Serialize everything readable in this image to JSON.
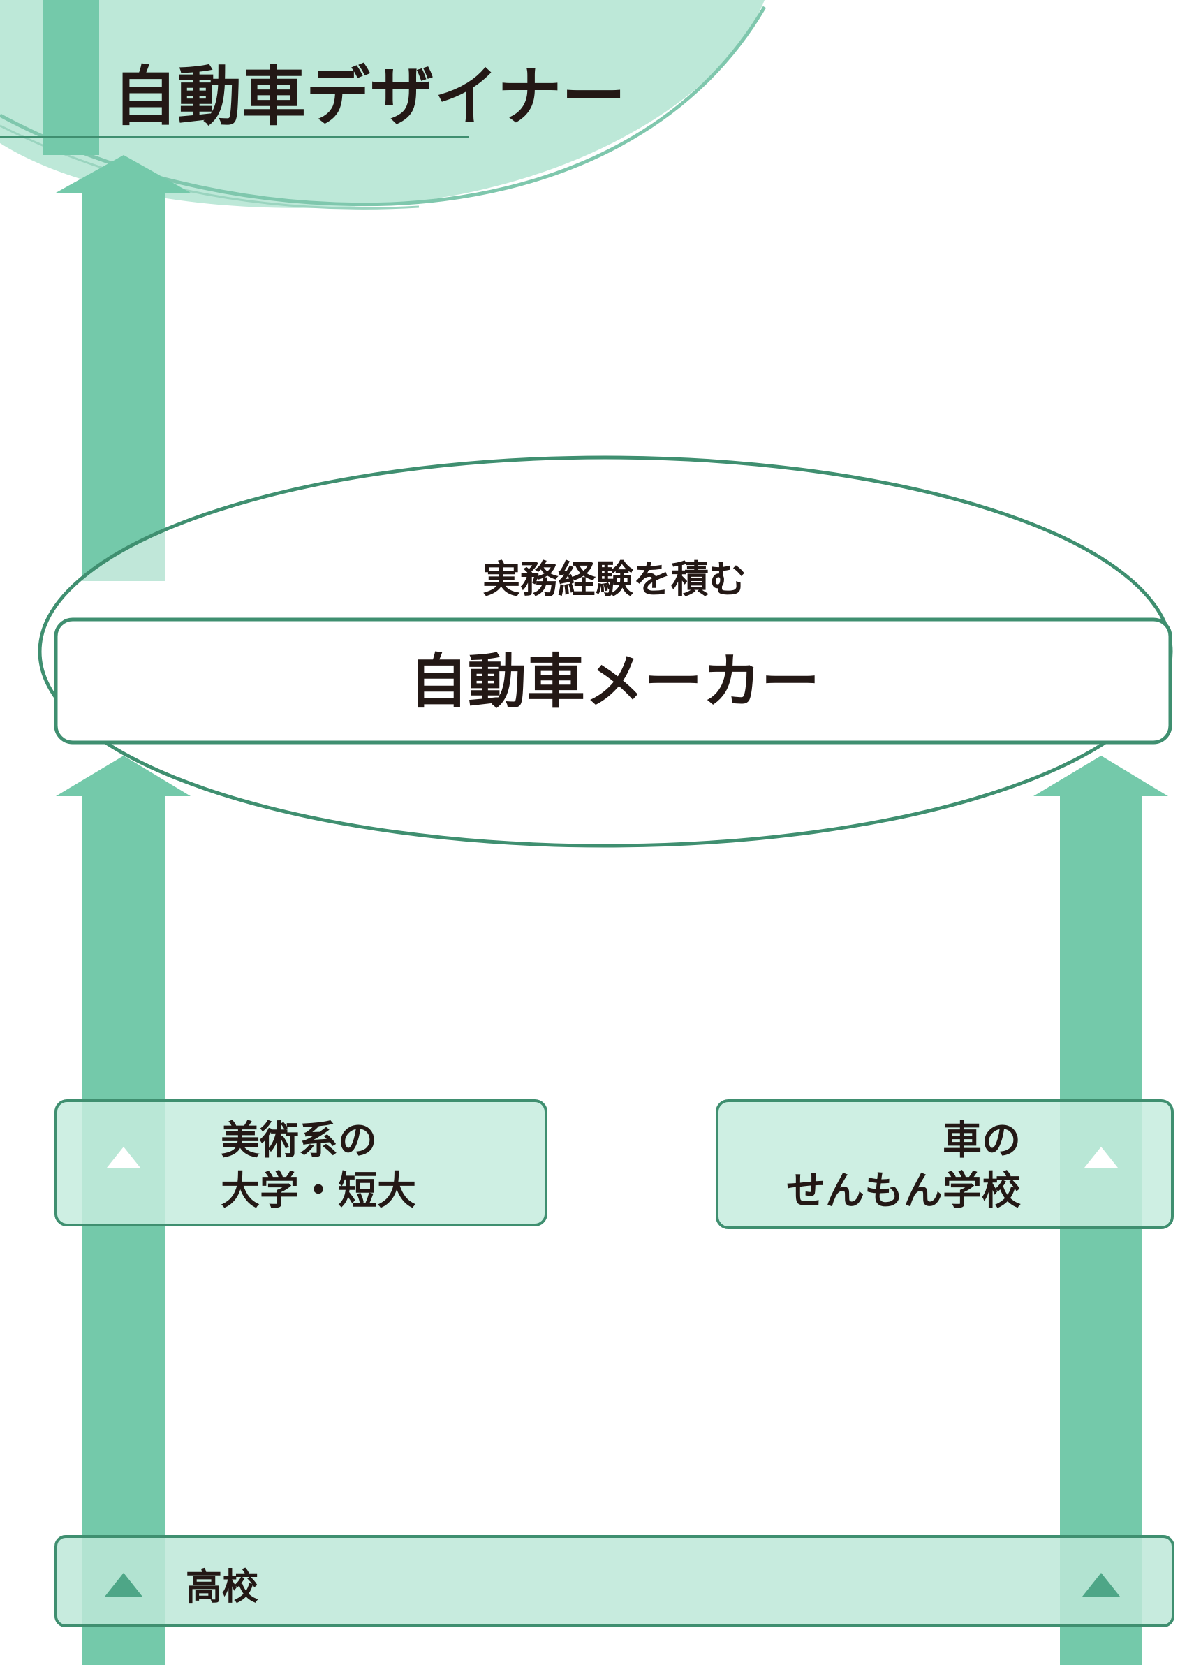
{
  "title": "自動車デザイナー",
  "maker": {
    "caption": "実務経験を積む",
    "label": "自動車メーカー"
  },
  "art_university": {
    "line1": "美術系の",
    "line2": "大学・短大"
  },
  "car_school": {
    "line1": "車の",
    "line2": "せんもん学校"
  },
  "high_school": {
    "label": "高校"
  },
  "colors": {
    "arrow": "#74c9aa",
    "light_fill": "#bde8d8",
    "box_fill": "#c6ecde",
    "border": "#3f8f70",
    "triangle_dark": "#4ea687",
    "text": "#231815"
  }
}
